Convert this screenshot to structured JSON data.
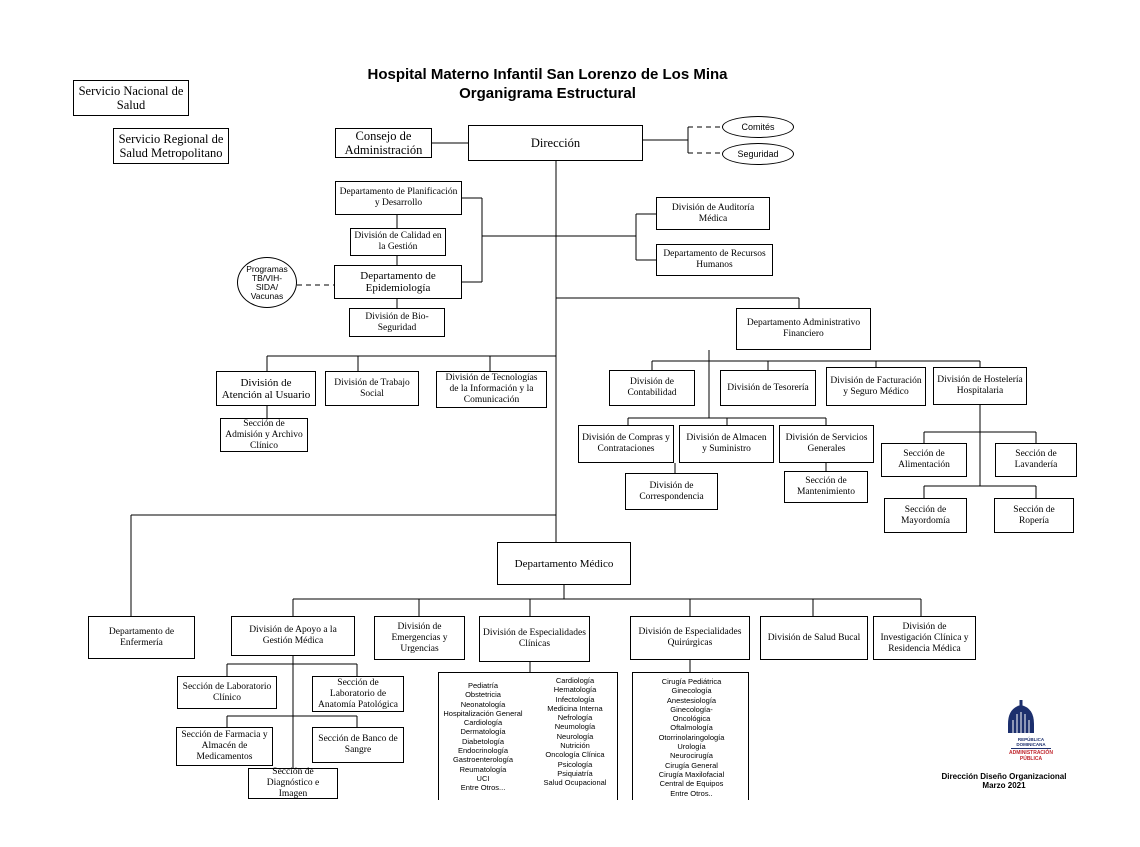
{
  "header": {
    "title": "Hospital Materno Infantil San Lorenzo de Los Mina",
    "subtitle": "Organigrama Estructural"
  },
  "nodes": {
    "sns": "Servicio Nacional de Salud",
    "srs": "Servicio Regional de Salud Metropolitano",
    "consejo": "Consejo de Administración",
    "direccion": "Dirección",
    "comites": "Comités",
    "seguridad": "Seguridad",
    "planificacion": "Departamento de Planificación y Desarrollo",
    "calidad": "División de Calidad en la Gestión",
    "epidemiologia": "Departamento de Epidemiología",
    "programas": "Programas TB/VIH-SIDA/ Vacunas",
    "bioseguridad": "División de Bio-Seguridad",
    "auditoria": "División de Auditoría Médica",
    "rrhh": "Departamento de Recursos Humanos",
    "admin_fin": "Departamento Administrativo Financiero",
    "atencion": "División de Atención al Usuario",
    "admision": "Sección de Admisión y Archivo Clínico",
    "trabajo_social": "División de Trabajo Social",
    "tic": "División de Tecnologías de la Información y la Comunicación",
    "contabilidad": "División de Contabilidad",
    "tesoreria": "División de Tesorería",
    "facturacion": "División de Facturación y Seguro Médico",
    "hosteleria": "División de Hostelería Hospitalaria",
    "compras": "División de Compras y Contrataciones",
    "almacen": "División de Almacen y Suministro",
    "servicios_generales": "División de Servicios Generales",
    "correspondencia": "División de Correspondencia",
    "mantenimiento": "Sección de Mantenimiento",
    "alimentacion": "Sección de Alimentación",
    "lavanderia": "Sección de Lavandería",
    "mayordomia": "Sección de Mayordomía",
    "roperia": "Sección de Ropería",
    "medico": "Departamento Médico",
    "enfermeria": "Departamento de Enfermería",
    "apoyo": "División de Apoyo a la Gestión Médica",
    "emergencias": "División de Emergencias y Urgencias",
    "clinicas": "División de Especialidades Clínicas",
    "quirurgicas": "División de Especialidades Quirúrgicas",
    "bucal": "División de Salud Bucal",
    "investigacion": "División de Investigación Clínica y Residencia Médica",
    "lab_clinico": "Sección de Laboratorio Clínico",
    "lab_patologia": "Sección de Laboratorio de Anatomía Patológica",
    "farmacia": "Sección de Farmacia y Almacén de Medicamentos",
    "banco_sangre": "Sección de Banco de Sangre",
    "diagnostico": "Sección de Diagnóstico e Imagen"
  },
  "clinicas_col1": [
    "Pediatría",
    "Obstetricia",
    "Neonatología",
    "Hospitalización General",
    "Cardiología",
    "Dermatología",
    "Diabetología",
    "Endocrinología",
    "Gastroenterología",
    "Reumatología",
    "UCI",
    "Entre Otros..."
  ],
  "clinicas_col2": [
    "Cardiología",
    "Hematología",
    "Infectología",
    "Medicina Interna",
    "Nefrología",
    "Neumología",
    "Neurología",
    "Nutrición",
    "Oncología Clínica",
    "Psicología",
    "Psiquiatría",
    "Salud Ocupacional"
  ],
  "quirurgicas_list": [
    "Cirugía Pediátrica",
    "Ginecología",
    "Anestesiología",
    "Ginecología-",
    "Oncológica",
    "Oftalmología",
    "Otorrinolaringología",
    "Urología",
    "Neurocirugía",
    "Cirugía General",
    "Cirugía Maxilofacial",
    "Central de Equipos",
    "Entre Otros.."
  ],
  "logo": {
    "line1": "REPÚBLICA DOMINICANA",
    "line2": "ADMINISTRACIÓN PÚBLICA"
  },
  "footer": {
    "line1": "Dirección Diseño Organizacional",
    "line2": "Marzo 2021"
  }
}
